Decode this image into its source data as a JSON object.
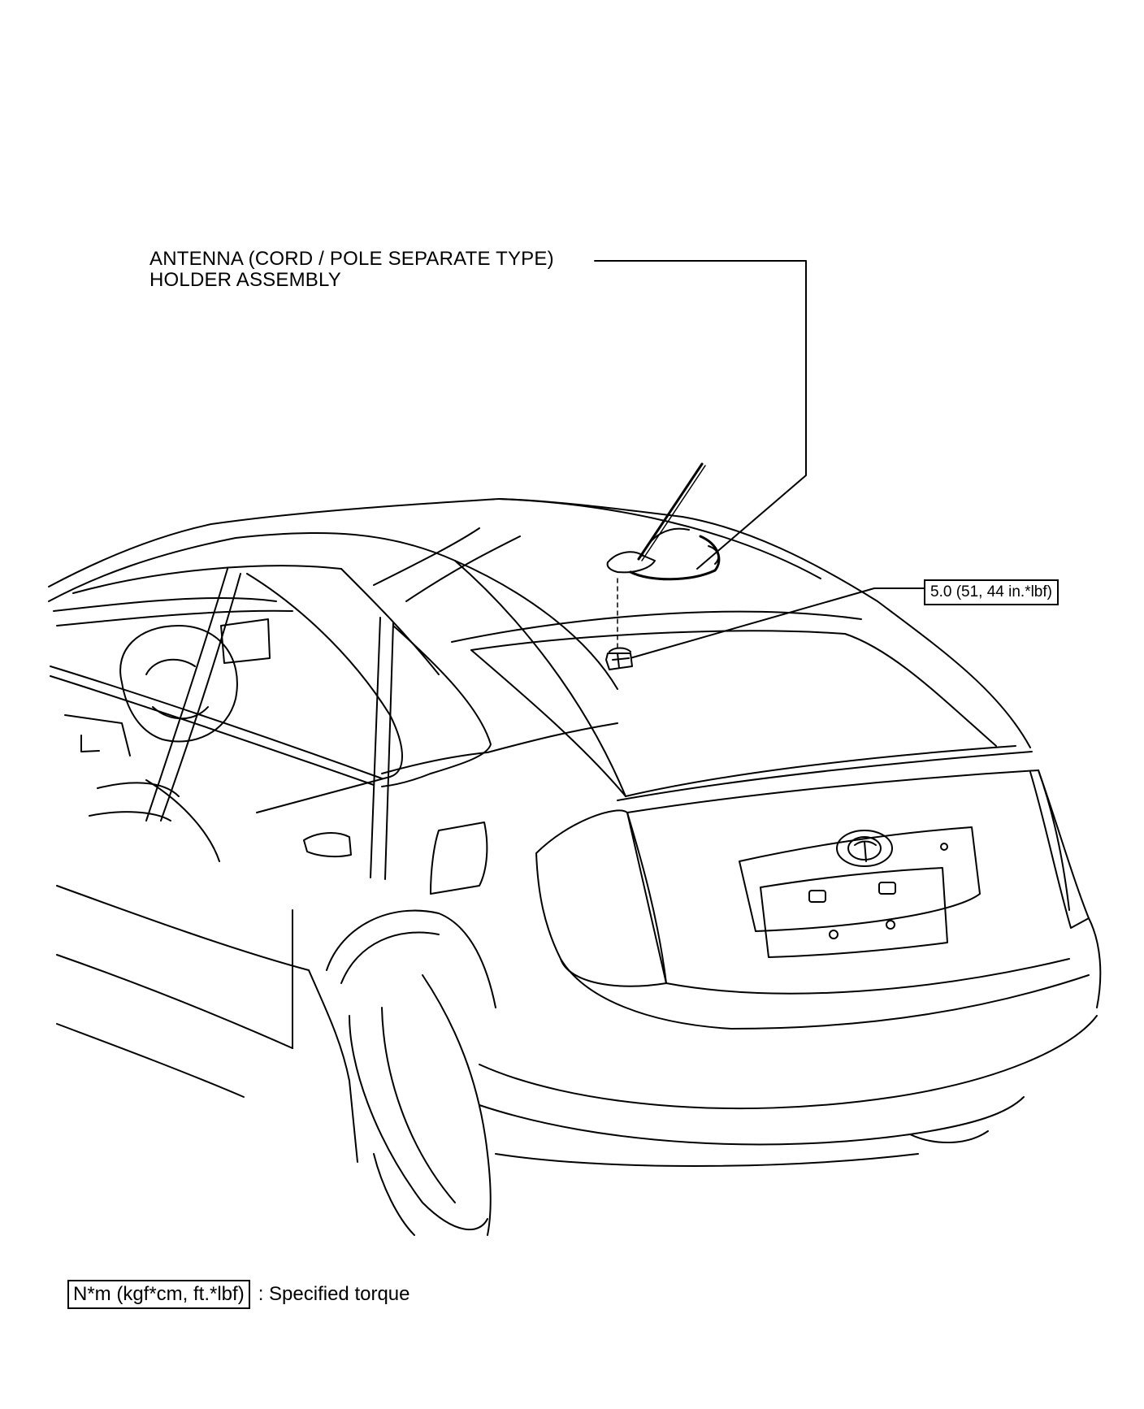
{
  "callouts": {
    "antenna": {
      "line1": "ANTENNA (CORD / POLE SEPARATE TYPE)",
      "line2": "HOLDER ASSEMBLY"
    },
    "torque_value": "5.0 (51, 44 in.*lbf)"
  },
  "legend": {
    "unit_box": "N*m (kgf*cm, ft.*lbf)",
    "separator_text": ": Specified torque"
  }
}
